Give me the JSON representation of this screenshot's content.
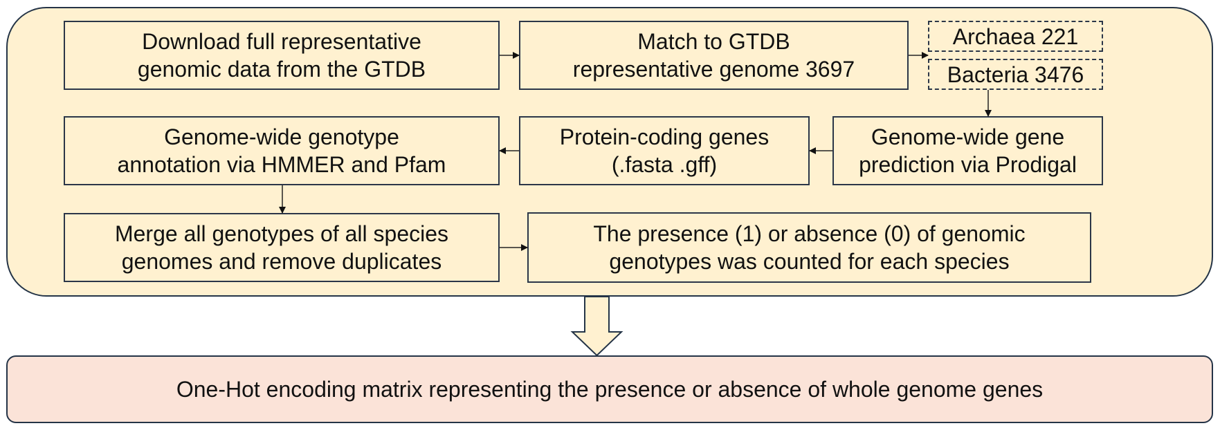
{
  "diagram": {
    "panel_color": "#fff1d0",
    "result_color": "#fbe3d8",
    "steps": {
      "download": "Download full representative\ngenomic data from the GTDB",
      "match": "Match to GTDB\nrepresentative genome 3697",
      "archaea": "Archaea 221",
      "bacteria": "Bacteria 3476",
      "prediction": "Genome-wide gene\nprediction via Prodigal",
      "protein": "Protein-coding genes\n(.fasta .gff)",
      "annotation": "Genome-wide genotype\nannotation via HMMER and Pfam",
      "merge": "Merge all genotypes of all species\ngenomes and remove duplicates",
      "presence": "The presence (1) or absence (0) of genomic\ngenotypes was counted for each species"
    },
    "result": "One-Hot encoding matrix representing the presence or absence of whole genome genes"
  }
}
